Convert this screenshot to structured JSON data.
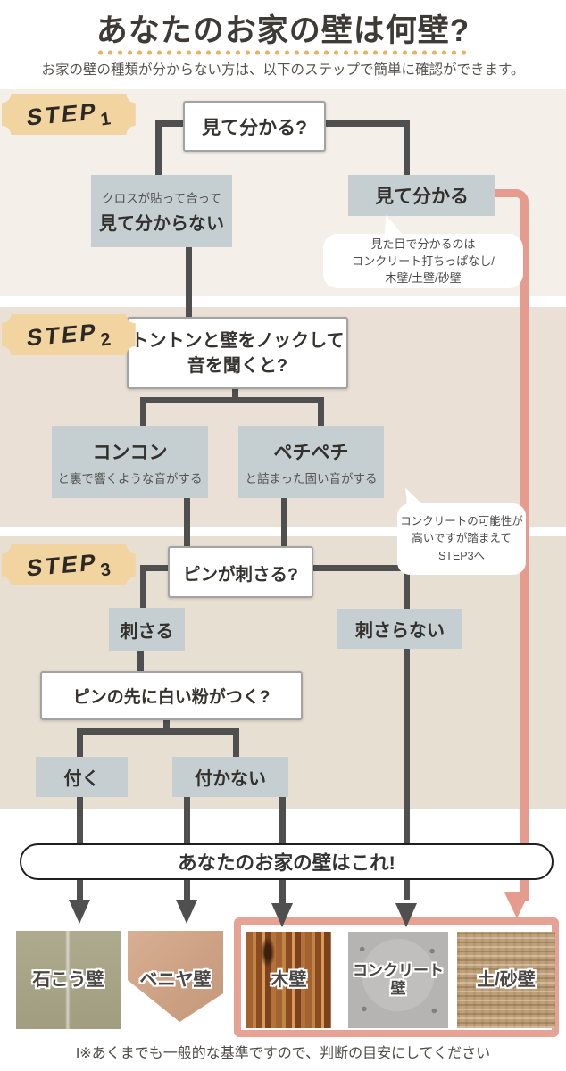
{
  "header": {
    "title": "あなたのお家の壁は何壁?",
    "subtitle": "お家の壁の種類が分からない方は、以下のステップで簡単に確認ができます。"
  },
  "badge_word": "STEP",
  "step1": {
    "num": "1",
    "question": "見て分かる?",
    "left_note": "クロスが貼って合って",
    "left_answer": "見て分からない",
    "right_answer": "見て分かる",
    "bubble_line1": "見た目で分かるのは",
    "bubble_line2": "コンクリート打ちっぱなし/",
    "bubble_line3": "木壁/土壁/砂壁"
  },
  "step2": {
    "num": "2",
    "question_line1": "トントンと壁をノックして",
    "question_line2": "音を聞くと?",
    "left_answer": "コンコン",
    "left_note": "と裏で響くような音がする",
    "right_answer": "ペチペチ",
    "right_note": "と詰まった固い音がする",
    "bubble_line1": "コンクリートの可能性が",
    "bubble_line2": "高いですが踏まえて",
    "bubble_line3": "STEP3へ"
  },
  "step3": {
    "num": "3",
    "question1": "ピンが刺さる?",
    "answer_yes": "刺さる",
    "answer_no": "刺さらない",
    "question2": "ピンの先に白い粉がつく?",
    "answer_stick": "付く",
    "answer_no_stick": "付かない"
  },
  "result": {
    "banner": "あなたのお家の壁はこれ!",
    "walls": [
      {
        "label": "石こう壁"
      },
      {
        "label": "ベニヤ壁"
      },
      {
        "label": "木壁"
      },
      {
        "label": "コンクリート壁"
      },
      {
        "label": "土/砂壁"
      }
    ]
  },
  "footer": {
    "note": "I※あくまでも一般的な基準ですので、判断の目安にしてください"
  },
  "colors": {
    "accent_salmon": "#e69b8f",
    "answer_box_bluegray": "#c5cfd2",
    "badge_tan": "#f1d4a0",
    "connector_gray": "#4f4f4f",
    "section_light": "#f5efe9",
    "section_beige": "#e8dfd3",
    "dots_orange": "#e7b264"
  }
}
